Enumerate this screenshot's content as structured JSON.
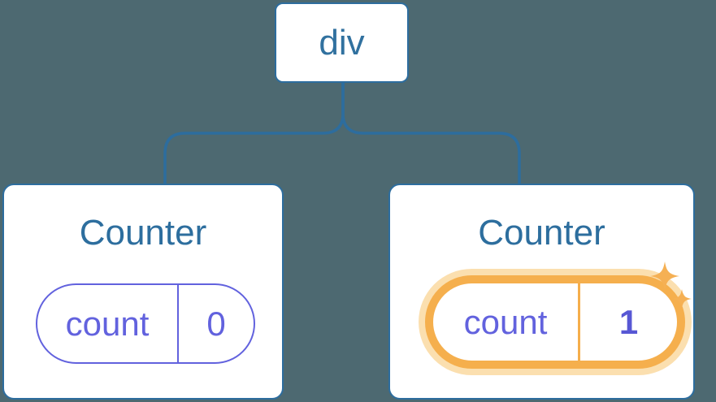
{
  "diagram": {
    "description": "Component tree: a div root with two Counter children; each Counter holds a count state pill. Second Counter's state was just updated (highlighted with sparkles).",
    "colors": {
      "background": "#4d6971",
      "node_fill": "#ffffff",
      "line_blue": "#2d6d9e",
      "text_blue": "#2e6e9e",
      "state_purple": "#6262de",
      "highlight_orange": "#f5af4d",
      "highlight_glow": "#fbdfaf"
    },
    "root": {
      "label": "div"
    },
    "children": [
      {
        "title": "Counter",
        "state_key": "count",
        "state_value": "0",
        "highlighted": false
      },
      {
        "title": "Counter",
        "state_key": "count",
        "state_value": "1",
        "highlighted": true
      }
    ]
  }
}
